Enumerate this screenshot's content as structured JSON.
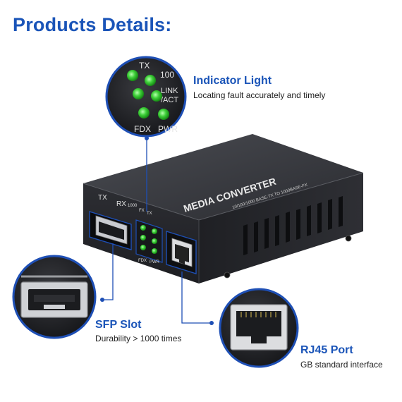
{
  "page": {
    "title": "Products Details:"
  },
  "colors": {
    "accent": "#1a54b8",
    "led": "#2fbf2f",
    "body": "#26272b",
    "port_frame": "#1e4fb5"
  },
  "device": {
    "top_label": "MEDIA CONVERTER",
    "top_sublabel": "10/100/1000 BASE-TX TO 1000BASE-FX",
    "sfp_tx": "TX",
    "sfp_rx": "RX",
    "sfp_speed": "1000",
    "led_labels": {
      "fx": "FX",
      "tx": "TX",
      "speed": "100",
      "link": "LINK",
      "act": "/ACT",
      "fdx": "FDX",
      "pwr": "PWR"
    }
  },
  "callouts": {
    "indicator": {
      "title": "Indicator Light",
      "desc": "Locating fault accurately and timely",
      "icon": "led-cluster-icon"
    },
    "sfp": {
      "title": "SFP Slot",
      "desc": "Durability > 1000 times",
      "icon": "sfp-cage-icon"
    },
    "rj45": {
      "title": "RJ45 Port",
      "desc": "GB standard interface",
      "icon": "rj45-jack-icon"
    }
  }
}
